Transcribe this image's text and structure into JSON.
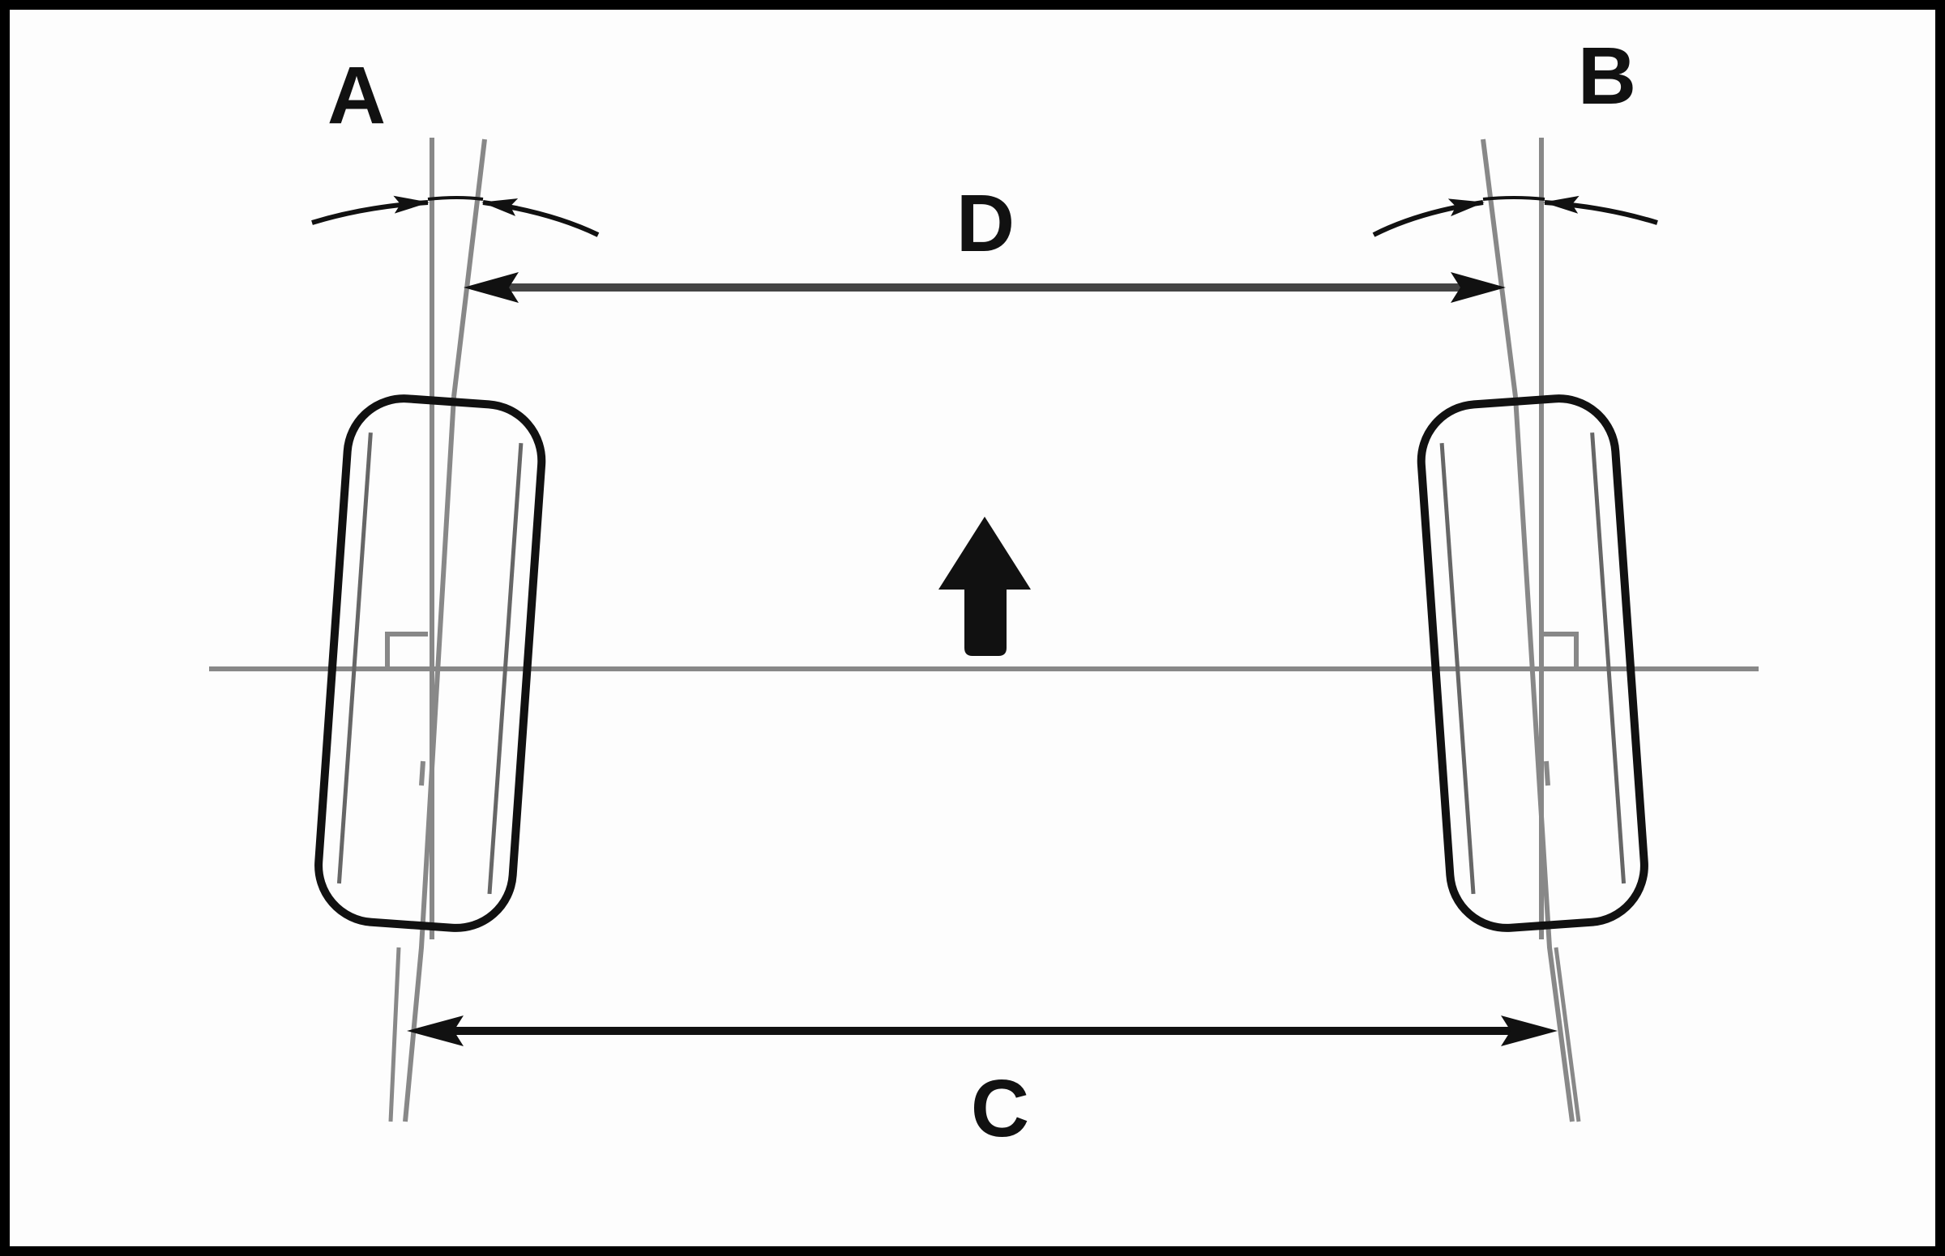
{
  "diagram": {
    "labels": {
      "a": "A",
      "b": "B",
      "c": "C",
      "d": "D"
    },
    "colors": {
      "ink": "#111111",
      "thin_line": "#888888",
      "dim_line": "#444444",
      "background": "#fdfdfd",
      "border": "#000000"
    },
    "icons": {
      "forward_arrow": "arrow-up-icon"
    }
  }
}
